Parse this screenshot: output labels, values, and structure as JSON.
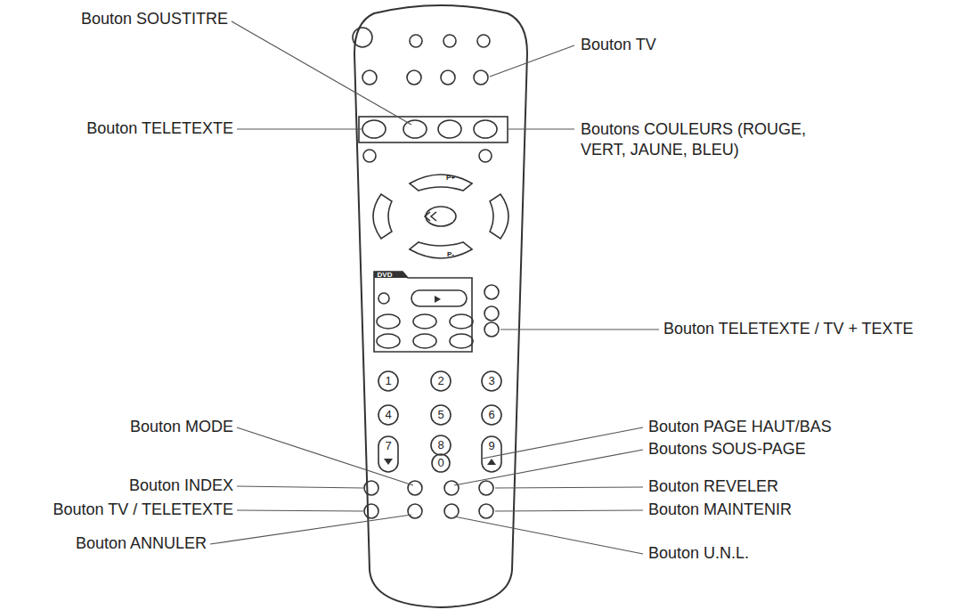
{
  "diagram": {
    "labels": [
      "Bouton SOUSTITRE",
      "Bouton TV",
      "Bouton TELETEXTE",
      "Boutons COULEURS (ROUGE, VERT, JAUNE, BLEU)",
      "Bouton TELETEXTE / TV + TEXTE",
      "Bouton MODE",
      "Bouton PAGE HAUT/BAS",
      "Boutons SOUS-PAGE",
      "Bouton INDEX",
      "Bouton REVELER",
      "Bouton TV / TELETEXTE",
      "Bouton MAINTENIR",
      "Bouton ANNULER",
      "Bouton U.N.L.",
      "DVD",
      "P+",
      "P-",
      "1",
      "2",
      "3",
      "4",
      "5",
      "6",
      "7",
      "8",
      "9",
      "0"
    ]
  }
}
